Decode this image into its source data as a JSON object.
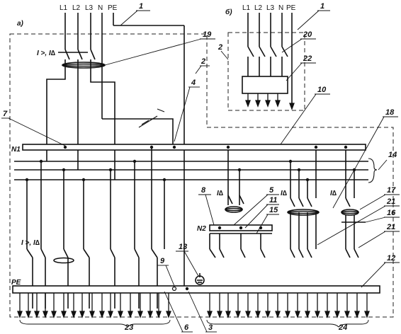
{
  "panel_a": {
    "label": "а)",
    "phases": [
      "L1",
      "L2",
      "L3",
      "N",
      "PE"
    ],
    "breaker_label": "I >, I∆",
    "busbar_n1": "N1",
    "busbar_n2": "N2",
    "busbar_pe": "PE",
    "rcd_label": "I∆",
    "feeder_breaker_label": "I >, I∆"
  },
  "panel_b": {
    "label": "б)",
    "phases": [
      "L1",
      "L2",
      "L3",
      "N",
      "PE"
    ]
  },
  "callouts": {
    "c1a": "1",
    "c1b": "1",
    "c2a": "2",
    "c2b": "2",
    "c3": "3",
    "c4": "4",
    "c5": "5",
    "c6": "6",
    "c7": "7",
    "c8": "8",
    "c9": "9",
    "c10": "10",
    "c11": "11",
    "c12": "12",
    "c13": "13",
    "c14": "14",
    "c15": "15",
    "c16": "16",
    "c17": "17",
    "c18": "18",
    "c19": "19",
    "c20": "20",
    "c21a": "21",
    "c21b": "21",
    "c22": "22",
    "c23": "23",
    "c24": "24"
  }
}
